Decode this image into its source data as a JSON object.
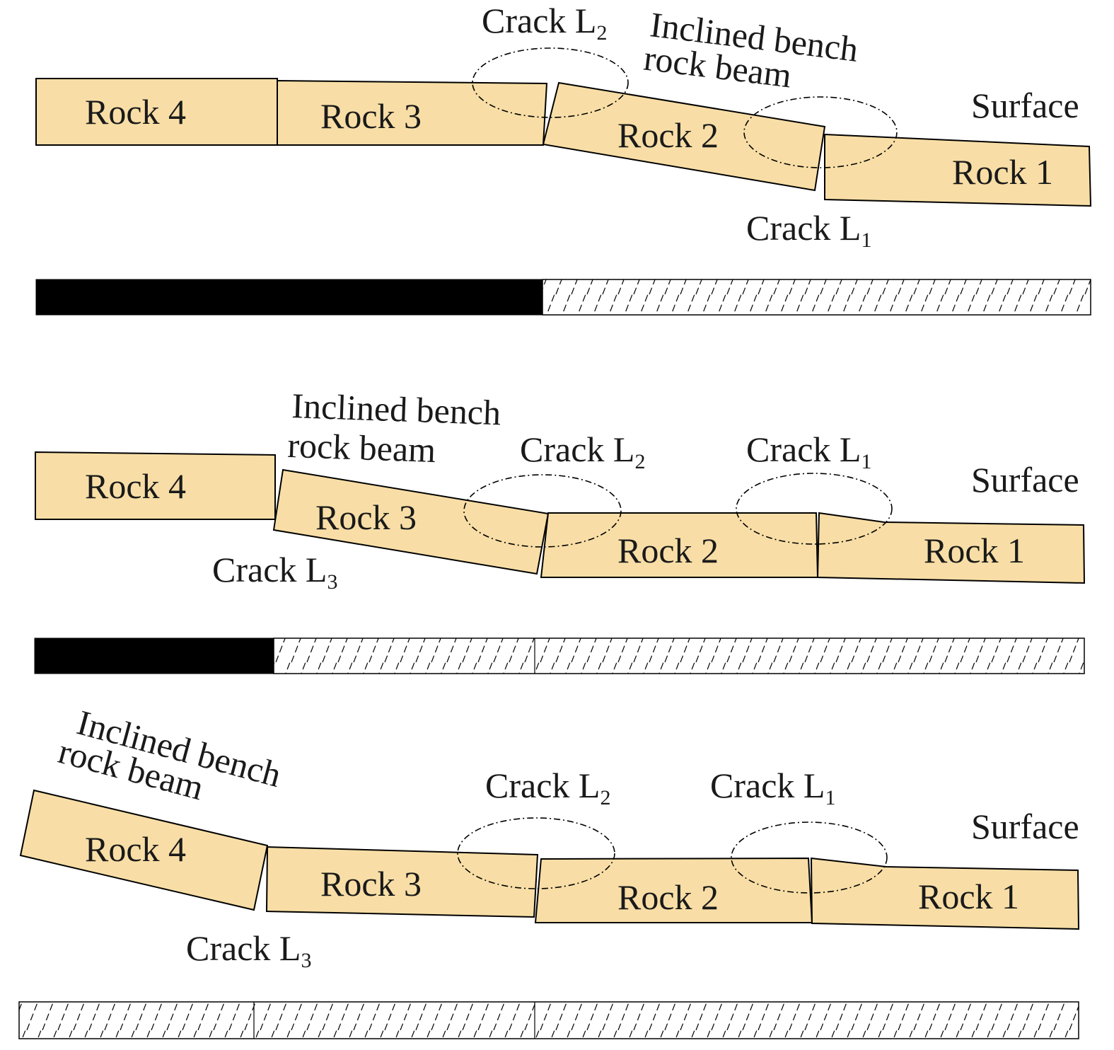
{
  "colors": {
    "rock_fill": "#f8dea6",
    "outline": "#000000",
    "coal_seam": "#000000"
  },
  "labels": {
    "rock1": "Rock 1",
    "rock2": "Rock 2",
    "rock3": "Rock 3",
    "rock4": "Rock 4",
    "surface": "Surface",
    "crack": "Crack L",
    "sub1": "1",
    "sub2": "2",
    "sub3": "3",
    "beam_line1": "Inclined bench",
    "beam_line2": "rock beam"
  }
}
